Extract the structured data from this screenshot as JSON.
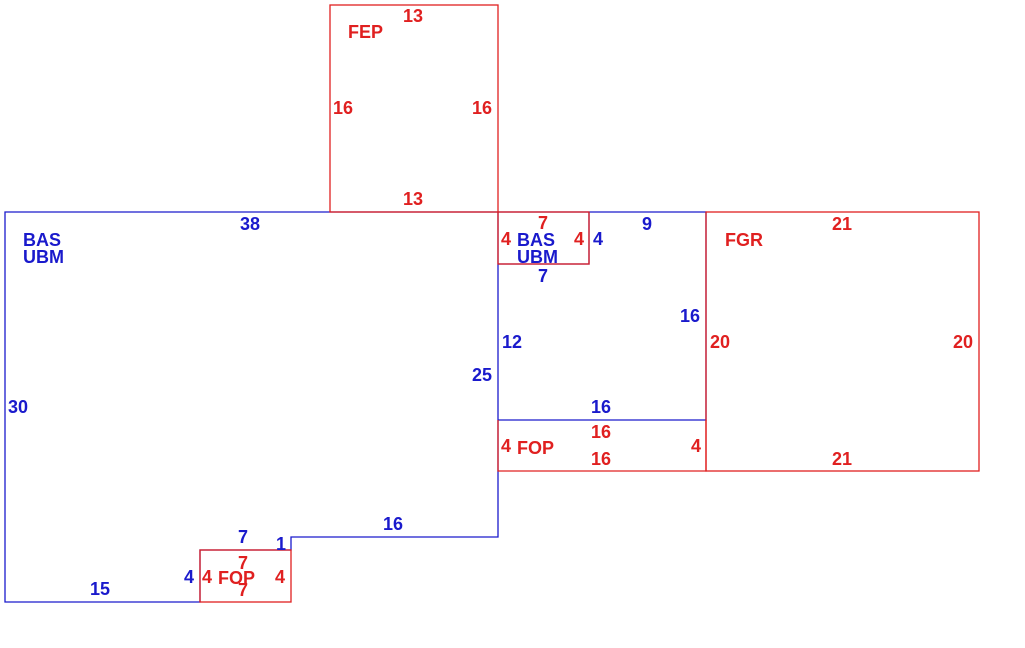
{
  "colors": {
    "living": "#1a1acc",
    "non_living": "#e02020",
    "background": "#ffffff"
  },
  "areas": {
    "fep": {
      "code": "FEP"
    },
    "bas_main": {
      "code_line1": "BAS",
      "code_line2": "UBM"
    },
    "bas_small": {
      "code_line1": "BAS",
      "code_line2": "UBM"
    },
    "fgr": {
      "code": "FGR"
    },
    "fop_right": {
      "code": "FOP"
    },
    "fop_bottom": {
      "code": "FOP"
    }
  },
  "dimensions": {
    "fep_top": "13",
    "fep_left": "16",
    "fep_right": "16",
    "fep_bottom": "13",
    "bas_top": "38",
    "bas_left": "30",
    "bas_right": "25",
    "bas_bottom": "15",
    "bas_notch_step": "1",
    "bas_lower_right": "16",
    "bas_notch_top": "7",
    "bas_notch_side": "4",
    "upper_red_top": "7",
    "upper_red_left": "4",
    "upper_red_right": "4",
    "upper_blue_right": "4",
    "upper_blue_bottom": "7",
    "right_block_top": "9",
    "right_block_left": "12",
    "right_block_right": "16",
    "right_block_bottom": "16",
    "fop_right_top": "16",
    "fop_right_bottom": "16",
    "fop_right_left": "4",
    "fop_right_right": "4",
    "fgr_top": "21",
    "fgr_left": "20",
    "fgr_right": "20",
    "fgr_bottom": "21",
    "fop_bottom_top": "7",
    "fop_bottom_bottom": "7",
    "fop_bottom_left": "4",
    "fop_bottom_right": "4"
  }
}
